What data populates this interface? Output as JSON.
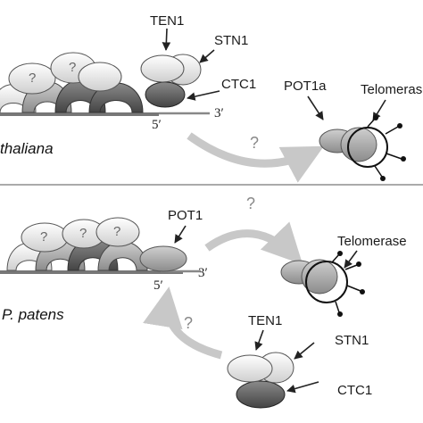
{
  "panel_top": {
    "species": "thaliana",
    "labels": {
      "ten1": "TEN1",
      "stn1": "STN1",
      "ctc1": "CTC1",
      "pot1a": "POT1a",
      "telomerase": "Telomerase",
      "five_prime": "5′",
      "three_prime": "3′"
    },
    "questions": [
      "?",
      "?",
      "?"
    ]
  },
  "panel_bottom": {
    "species": "P. patens",
    "labels": {
      "pot1": "POT1",
      "telomerase": "Telomerase",
      "ten1": "TEN1",
      "stn1": "STN1",
      "ctc1": "CTC1",
      "five_prime": "5′",
      "three_prime": "3′"
    },
    "questions": [
      "?",
      "?",
      "?",
      "?",
      "?"
    ]
  },
  "colors": {
    "dark": "#555555",
    "medium": "#9a9a9a",
    "light": "#dcdcdc",
    "arrow": "#c8c8c8",
    "divider": "#777777"
  }
}
